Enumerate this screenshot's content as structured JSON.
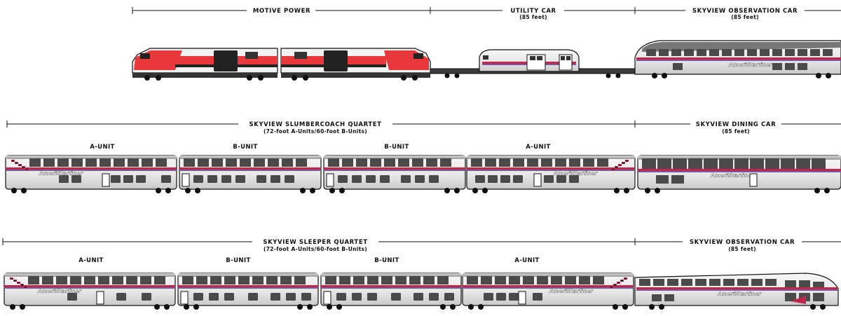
{
  "sections": {
    "motive_power": {
      "title": "MOTIVE POWER",
      "subtitle": ""
    },
    "utility_car": {
      "title": "UTILITY CAR",
      "subtitle": "(85 feet)"
    },
    "observation_top": {
      "title": "SKYVIEW OBSERVATION CAR",
      "subtitle": "(85 feet)"
    },
    "slumbercoach": {
      "title": "SKYVIEW SLUMBERCOACH QUARTET",
      "subtitle": "(72-foot A-Units/60-foot B-Units)"
    },
    "dining_car": {
      "title": "SKYVIEW DINING CAR",
      "subtitle": "(85 feet)"
    },
    "sleeper": {
      "title": "SKYVIEW SLEEPER QUARTET",
      "subtitle": "(72-foot A-Units/60-foot B-Units)"
    },
    "observation_bottom": {
      "title": "SKYVIEW OBSERVATION CAR",
      "subtitle": "(85 feet)"
    }
  },
  "unit_labels": {
    "row2": [
      "A-UNIT",
      "B-UNIT",
      "B-UNIT",
      "A-UNIT"
    ],
    "row3": [
      "A-UNIT",
      "B-UNIT",
      "B-UNIT",
      "A-UNIT"
    ]
  },
  "livery": "AmeriStarliner",
  "colors": {
    "loco_red": "#e8383b",
    "loco_body": "#f2f2f2",
    "car_body": "#ececec",
    "window": "#4a4a4a",
    "stripe_red": "#c0254a",
    "stripe_purple": "#7a5a9e",
    "roof": "#a9a9a9",
    "ink": "#111111"
  }
}
